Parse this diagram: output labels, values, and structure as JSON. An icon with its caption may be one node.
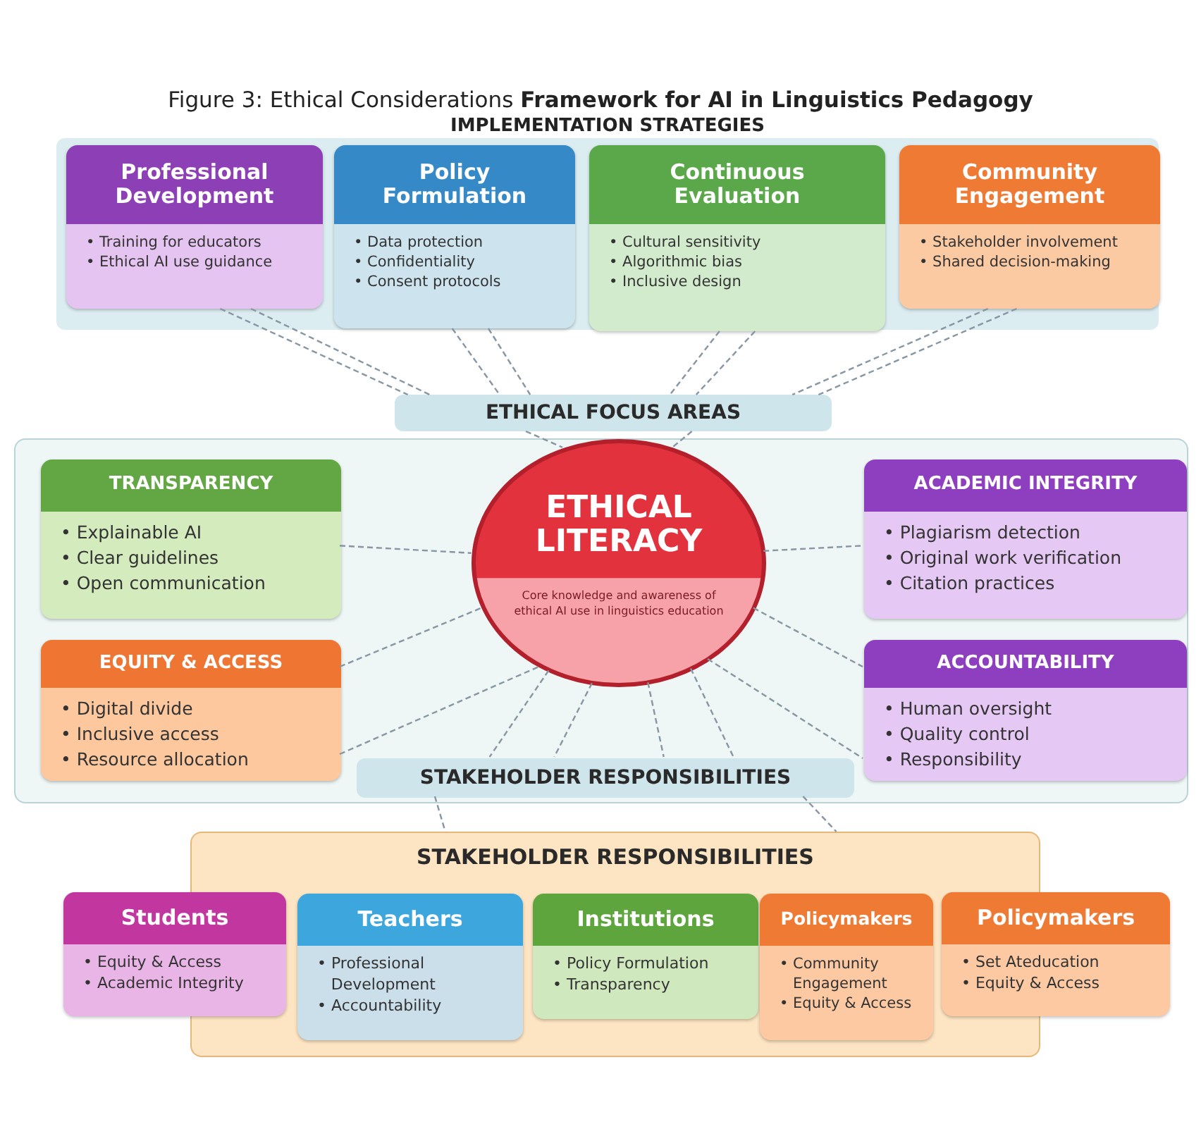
{
  "diagram": {
    "title": "Figure 3: Ethical Considerations **Framework for AI in Linguistics Pedagogy**",
    "nodes": [
      {
        "text": [
          "IMPLEMENTATION STRATEGIES"
        ]
      },
      {
        "text": [
          "Professional Development",
          "• Training for educators",
          "• Ethical AI use guidance"
        ],
        "in": 0
      },
      {
        "text": [
          "Policy Formulation",
          "• Data protection",
          "• Confidentiality",
          "• Consent protocols"
        ],
        "in": 0
      },
      {
        "text": [
          "Continuous Evaluation",
          "• Cultural sensitivity",
          "• Algorithmic bias",
          "• Inclusive design"
        ],
        "in": 0
      },
      {
        "text": [
          "Community Engagement",
          "• Stakeholder involvement",
          "• Shared decision-making"
        ],
        "in": 0
      },
      {
        "text": [
          "ETHICAL FOCUS AREAS"
        ]
      },
      {
        "text": [],
        "shape": "box"
      },
      {
        "text": [
          "TRANSPARENCY",
          "• Explainable AI",
          "• Clear guidelines",
          "• Open communication"
        ],
        "in": 6
      },
      {
        "text": [
          "ETHICAL LITERACY",
          "Core knowledge and awareness of ethical AI use in linguistics education"
        ],
        "in": 6
      },
      {
        "text": [
          "ACADEMIC INTEGRITY",
          "• Plagiarism detection",
          "• Original work verification",
          "• Citation practices"
        ],
        "in": 6
      },
      {
        "text": [
          "EQUITY & ACCESS",
          "• Digital divide",
          "• Inclusive access",
          "• Resource allocation"
        ],
        "in": 6
      },
      {
        "text": [
          "ACCOUNTABILITY",
          "• Human oversight",
          "• Quality control",
          "• Responsibility"
        ],
        "in": 6
      },
      {
        "text": [
          "STAKEHOLDER RESPONSIBILITIES"
        ],
        "in": 6
      },
      {
        "text": [
          "STAKEHOLDER RESPONSIBILITIES"
        ]
      },
      {
        "text": [
          "Students",
          "• Equity & Access",
          "• Academic Integrity"
        ]
      },
      {
        "text": [
          "Teachers",
          "• Professional Development",
          "• Accountability"
        ],
        "in": 13
      },
      {
        "text": [
          "Institutions",
          "• Policy Formulation",
          "• Transparency"
        ],
        "in": 13
      },
      {
        "text": [
          "Policymakers",
          "• Community Engagement",
          "• Equity & Access"
        ],
        "in": 13
      },
      {
        "text": [
          "Policymakers",
          "• Set Ateducation",
          "• Equity & Access"
        ]
      }
    ],
    "edges": [
      {
        "from": 1,
        "to": 5,
        "arrow": "none",
        "style": "dashed"
      },
      {
        "from": 1,
        "to": 5,
        "arrow": "none",
        "style": "dashed"
      },
      {
        "from": 2,
        "to": 5,
        "arrow": "none",
        "style": "dashed"
      },
      {
        "from": 2,
        "to": 5,
        "arrow": "none",
        "style": "dashed"
      },
      {
        "from": 3,
        "to": 5,
        "arrow": "none",
        "style": "dashed"
      },
      {
        "from": 3,
        "to": 5,
        "arrow": "none",
        "style": "dashed"
      },
      {
        "from": 4,
        "to": 5,
        "arrow": "none",
        "style": "dashed"
      },
      {
        "from": 4,
        "to": 5,
        "arrow": "none",
        "style": "dashed"
      },
      {
        "from": 5,
        "to": 8,
        "arrow": "none",
        "style": "dashed"
      },
      {
        "from": 5,
        "to": 8,
        "arrow": "none",
        "style": "dashed"
      },
      {
        "from": 7,
        "to": 8,
        "arrow": "none",
        "style": "dashed"
      },
      {
        "from": 8,
        "to": 9,
        "arrow": "none",
        "style": "dashed"
      },
      {
        "from": 10,
        "to": 8,
        "arrow": "none",
        "style": "dashed"
      },
      {
        "from": 10,
        "to": 8,
        "arrow": "none",
        "style": "dashed"
      },
      {
        "from": 8,
        "to": 11,
        "arrow": "none",
        "style": "dashed"
      },
      {
        "from": 8,
        "to": 11,
        "arrow": "none",
        "style": "dashed"
      },
      {
        "from": 8,
        "to": 12,
        "arrow": "none",
        "style": "dashed"
      },
      {
        "from": 8,
        "to": 12,
        "arrow": "none",
        "style": "dashed"
      },
      {
        "from": 8,
        "to": 12,
        "arrow": "none",
        "style": "dashed"
      },
      {
        "from": 8,
        "to": 12,
        "arrow": "none",
        "style": "dashed"
      },
      {
        "from": 12,
        "to": 13,
        "arrow": "none",
        "style": "dashed"
      },
      {
        "from": 12,
        "to": 13,
        "arrow": "none",
        "style": "dashed"
      }
    ]
  }
}
